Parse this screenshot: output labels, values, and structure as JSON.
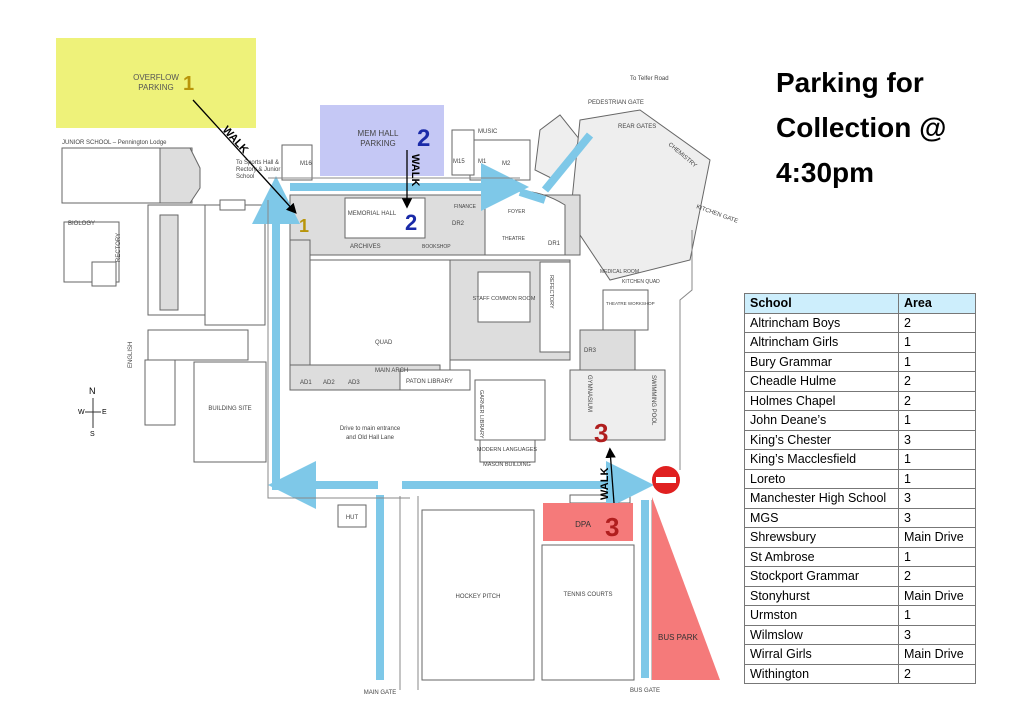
{
  "title_lines": [
    "Parking for",
    "Collection @",
    "4:30pm"
  ],
  "colors": {
    "overflow": "#eef27a",
    "memhall": "#c5c8f5",
    "dpa": "#f57a7a",
    "road": "#7ec8e8"
  },
  "areas": {
    "overflow": {
      "label1": "OVERFLOW",
      "label2": "PARKING",
      "number": "1"
    },
    "memhall": {
      "label1": "MEM HALL",
      "label2": "PARKING",
      "number": "2"
    },
    "dpa": {
      "label": "DPA",
      "number": "3"
    },
    "bus_park": "BUS PARK"
  },
  "walk_label": "WALK",
  "markers": {
    "one": "1",
    "two": "2",
    "three": "3"
  },
  "map_labels": {
    "junior_school": "JUNIOR SCHOOL – Pennington Lodge",
    "to_sports": "To Sports Hall & Rectory & Junior School",
    "biology": "BIOLOGY",
    "rectory": "RECTORY",
    "music": "MUSIC",
    "m16": "M16",
    "m15": "M15",
    "m1": "M1",
    "m2": "M2",
    "to_telfer": "To Telfer Road",
    "pedestrian_gate": "PEDESTRIAN GATE",
    "rear_gates": "REAR GATES",
    "chemistry": "CHEMISTRY",
    "memorial_hall": "MEMORIAL HALL",
    "archives": "ARCHIVES",
    "bookshop": "BOOKSHOP",
    "finance": "FINANCE",
    "foyer": "FOYER",
    "theatre": "THEATRE",
    "dr1": "DR1",
    "dr2": "DR2",
    "dr3": "DR3",
    "kitchen_gate": "KITCHEN GATE",
    "medical_room": "MEDICAL ROOM",
    "kitchen_quad": "KITCHEN QUAD",
    "theatre_workshop": "THEATRE WORKSHOP",
    "staff_common_room": "STAFF COMMON ROOM",
    "refectory": "REFECTORY",
    "quad": "QUAD",
    "main_arch": "MAIN ARCH",
    "paton_library": "PATON LIBRARY",
    "ad1": "AD1",
    "ad2": "AD2",
    "ad3": "AD3",
    "garner_library": "GARNER LIBRARY",
    "modern_languages": "MODERN LANGUAGES",
    "mason_building": "MASON BUILDING",
    "gymnasium": "GYMNASIUM",
    "swimming_pool": "SWIMMING POOL",
    "english": "ENGLISH",
    "building_site": "BUILDING SITE",
    "drive": "Drive to main entrance",
    "drive2": "and Old Hall Lane",
    "hut": "HUT",
    "hockey_pitch": "HOCKEY PITCH",
    "tennis_courts": "TENNIS COURTS",
    "main_gate": "MAIN GATE",
    "bus_gate": "BUS GATE",
    "north": "N",
    "west": "W",
    "east": "E",
    "south": "S"
  },
  "table": {
    "headers": [
      "School",
      "Area"
    ],
    "rows": [
      [
        "Altrincham Boys",
        "2"
      ],
      [
        "Altrincham Girls",
        "1"
      ],
      [
        "Bury Grammar",
        "1"
      ],
      [
        "Cheadle Hulme",
        "2"
      ],
      [
        "Holmes Chapel",
        "2"
      ],
      [
        "John Deane’s",
        "1"
      ],
      [
        "King’s Chester",
        "3"
      ],
      [
        "King’s Macclesfield",
        "1"
      ],
      [
        "Loreto",
        "1"
      ],
      [
        "Manchester High School",
        "3"
      ],
      [
        "MGS",
        "3"
      ],
      [
        "Shrewsbury",
        "Main Drive"
      ],
      [
        "St Ambrose",
        "1"
      ],
      [
        "Stockport Grammar",
        "2"
      ],
      [
        "Stonyhurst",
        "Main Drive"
      ],
      [
        "Urmston",
        "1"
      ],
      [
        "Wilmslow",
        "3"
      ],
      [
        "Wirral Girls",
        "Main Drive"
      ],
      [
        "Withington",
        "2"
      ]
    ]
  }
}
